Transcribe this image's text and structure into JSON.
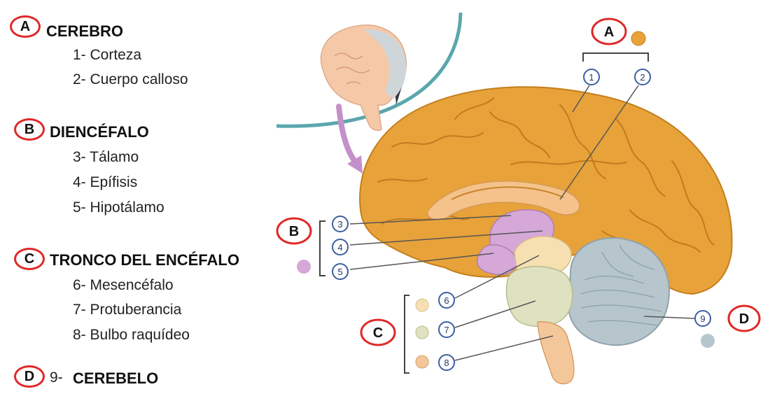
{
  "legend": {
    "sections": [
      {
        "letter": "A",
        "title": "CEREBRO",
        "items": [
          "1- Corteza",
          "2- Cuerpo calloso"
        ]
      },
      {
        "letter": "B",
        "title": "DIENCÉFALO",
        "items": [
          "3- Tálamo",
          "4- Epífisis",
          "5- Hipotálamo"
        ]
      },
      {
        "letter": "C",
        "title": "TRONCO DEL ENCÉFALO",
        "items": [
          "6- Mesencéfalo",
          "7- Protuberancia",
          "8- Bulbo raquídeo"
        ]
      },
      {
        "letter": "D",
        "title_prefix": "9- ",
        "title": "CEREBELO"
      }
    ]
  },
  "diagram": {
    "group_labels": {
      "a": "A",
      "b": "B",
      "c": "C",
      "d": "D"
    },
    "numbers": [
      "1",
      "2",
      "3",
      "4",
      "5",
      "6",
      "7",
      "8",
      "9"
    ],
    "colors": {
      "cerebro": "#e8a23a",
      "diencefalo": "#d5a8d8",
      "mesencefalo": "#f6e0b2",
      "protuberancia": "#dfe2c0",
      "bulbo": "#f4c79b",
      "cerebelo": "#b7c6cc",
      "label_circle": "#e02828",
      "number_ring": "#3a5fa3",
      "arc": "#5aa7ad",
      "arrow": "#c490c9"
    }
  }
}
